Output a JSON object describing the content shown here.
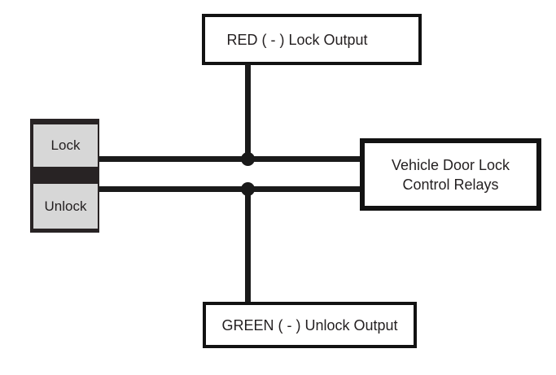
{
  "boxes": {
    "lock_output": {
      "label": "RED ( - ) Lock Output"
    },
    "unlock_output": {
      "label": "GREEN ( - ) Unlock Output"
    },
    "control_relays": {
      "line1": "Vehicle Door Lock",
      "line2": "Control Relays"
    }
  },
  "switch": {
    "lock_label": "Lock",
    "unlock_label": "Unlock"
  },
  "colors": {
    "wire": "#1a1a1a",
    "box-border": "#121212",
    "switch-body": "#282324",
    "button-bg": "#d7d7d7",
    "text": "#231f20",
    "background": "#ffffff"
  }
}
